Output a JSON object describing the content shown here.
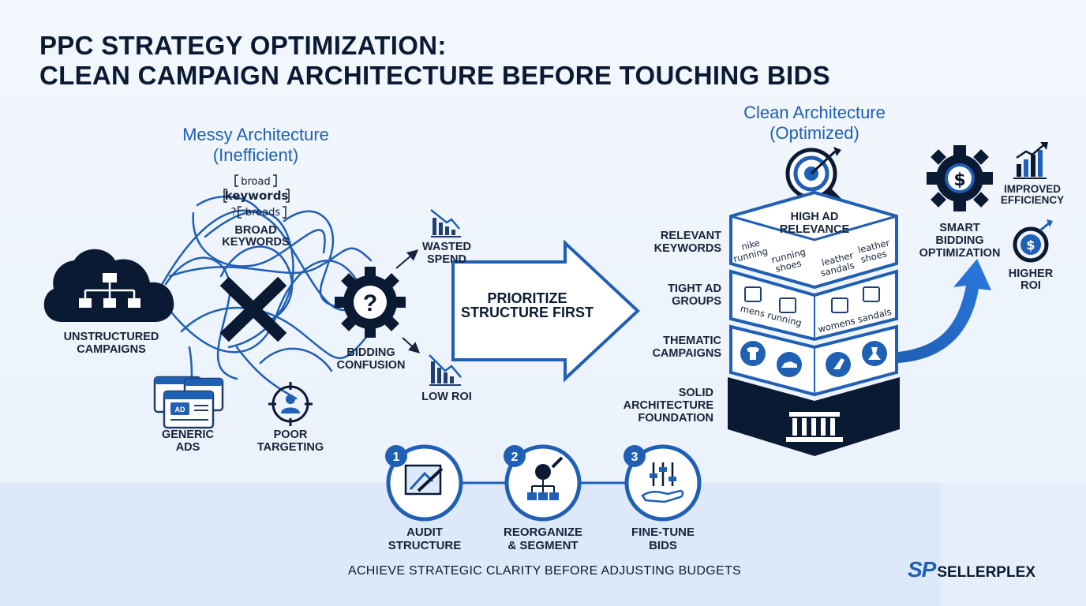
{
  "title": {
    "line1": "PPC STRATEGY OPTIMIZATION:",
    "line2": "CLEAN CAMPAIGN ARCHITECTURE BEFORE TOUCHING BIDS"
  },
  "messy": {
    "heading_line1": "Messy Architecture",
    "heading_line2": "(Inefficient)",
    "keyword_tags": [
      "broad",
      "keywords",
      "?",
      "broads"
    ],
    "broad_keywords": [
      "BROAD",
      "KEYWORDS"
    ],
    "unstructured_campaigns": [
      "UNSTRUCTURED",
      "CAMPAIGNS"
    ],
    "generic_ads": [
      "GENERIC",
      "ADS"
    ],
    "ad_badge": "AD",
    "poor_targeting": [
      "POOR",
      "TARGETING"
    ],
    "bidding_confusion": [
      "BIDDING",
      "CONFUSION"
    ],
    "question_mark": "?",
    "wasted_spend": [
      "WASTED",
      "SPEND"
    ],
    "low_roi": "LOW ROI"
  },
  "center_arrow": {
    "line1": "PRIORITIZE",
    "line2": "STRUCTURE FIRST"
  },
  "clean": {
    "heading_line1": "Clean Architecture",
    "heading_line2": "(Optimized)",
    "top_layer": [
      "HIGH AD",
      "RELEVANCE"
    ],
    "relevant_keywords": [
      "RELEVANT",
      "KEYWORDS"
    ],
    "keyword_cards": [
      [
        "nike",
        "running"
      ],
      [
        "running",
        "shoes"
      ],
      [
        "leather",
        "sandals"
      ],
      [
        "leather",
        "shoes"
      ]
    ],
    "tight_ad_groups": [
      "TIGHT AD",
      "GROUPS"
    ],
    "ad_group_cards": [
      "mens running",
      "womens sandals"
    ],
    "thematic_campaigns": [
      "THEMATIC",
      "CAMPAIGNS"
    ],
    "solid_foundation": [
      "SOLID",
      "ARCHITECTURE",
      "FOUNDATION"
    ]
  },
  "results": {
    "smart_bidding": [
      "SMART",
      "BIDDING",
      "OPTIMIZATION"
    ],
    "improved_efficiency": [
      "IMPROVED",
      "EFFICIENCY"
    ],
    "higher_roi": [
      "HIGHER",
      "ROI"
    ]
  },
  "steps": [
    {
      "number": "1",
      "line1": "AUDIT",
      "line2": "STRUCTURE"
    },
    {
      "number": "2",
      "line1": "REORGANIZE",
      "line2": "& SEGMENT"
    },
    {
      "number": "3",
      "line1": "FINE-TUNE",
      "line2": "BIDS"
    }
  ],
  "footer": "ACHIEVE STRATEGIC CLARITY BEFORE ADJUSTING BUDGETS",
  "brand": {
    "mark": "SP",
    "name": "SELLERPLEX"
  },
  "colors": {
    "navy": "#0b1a33",
    "blue": "#1f5fb4",
    "accent": "#2b6fd6",
    "band": "#dde9f8"
  }
}
